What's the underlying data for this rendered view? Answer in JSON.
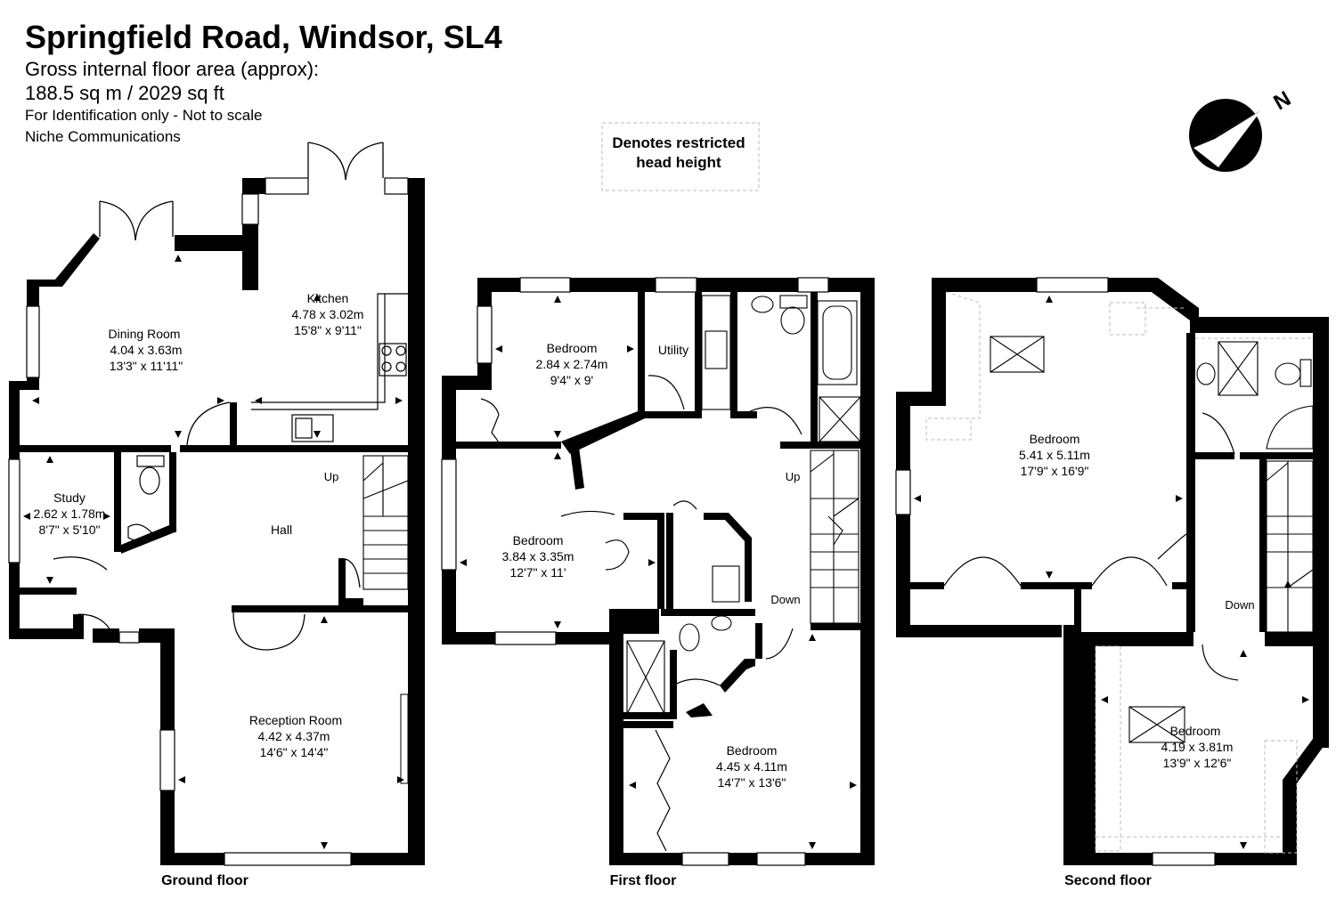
{
  "header": {
    "title": "Springfield Road, Windsor, SL4",
    "area_label": "Gross internal floor area (approx):",
    "area_value": "188.5 sq m / 2029 sq ft",
    "note": "For Identification only - Not to scale",
    "company": "Niche Communications"
  },
  "legend": {
    "line1": "Denotes restricted",
    "line2": "head height"
  },
  "compass": {
    "label": "N"
  },
  "floors": {
    "ground": "Ground floor",
    "first": "First floor",
    "second": "Second floor"
  },
  "rooms": {
    "dining": {
      "name": "Dining Room",
      "metric": "4.04 x 3.63m",
      "imperial": "13'3\" x 11'11\""
    },
    "kitchen": {
      "name": "Kitchen",
      "metric": "4.78 x 3.02m",
      "imperial": "15'8\" x 9'11\""
    },
    "study": {
      "name": "Study",
      "metric": "2.62 x 1.78m",
      "imperial": "8'7\" x 5'10\""
    },
    "hall": {
      "name": "Hall"
    },
    "reception": {
      "name": "Reception Room",
      "metric": "4.42 x 4.37m",
      "imperial": "14'6\" x 14'4\""
    },
    "f1_bed_a": {
      "name": "Bedroom",
      "metric": "2.84 x 2.74m",
      "imperial": "9'4\" x 9'"
    },
    "utility": {
      "name": "Utility"
    },
    "f1_bed_b": {
      "name": "Bedroom",
      "metric": "3.84 x 3.35m",
      "imperial": "12'7\" x 11'"
    },
    "f1_bed_c": {
      "name": "Bedroom",
      "metric": "4.45 x 4.11m",
      "imperial": "14'7\" x 13'6\""
    },
    "f2_bed_a": {
      "name": "Bedroom",
      "metric": "5.41 x 5.11m",
      "imperial": "17'9\" x 16'9\""
    },
    "f2_bed_b": {
      "name": "Bedroom",
      "metric": "4.19 x 3.81m",
      "imperial": "13'9\" x 12'6\""
    }
  },
  "stairs": {
    "ground_up": "Up",
    "first_up": "Up",
    "first_down": "Down",
    "second_down": "Down"
  }
}
